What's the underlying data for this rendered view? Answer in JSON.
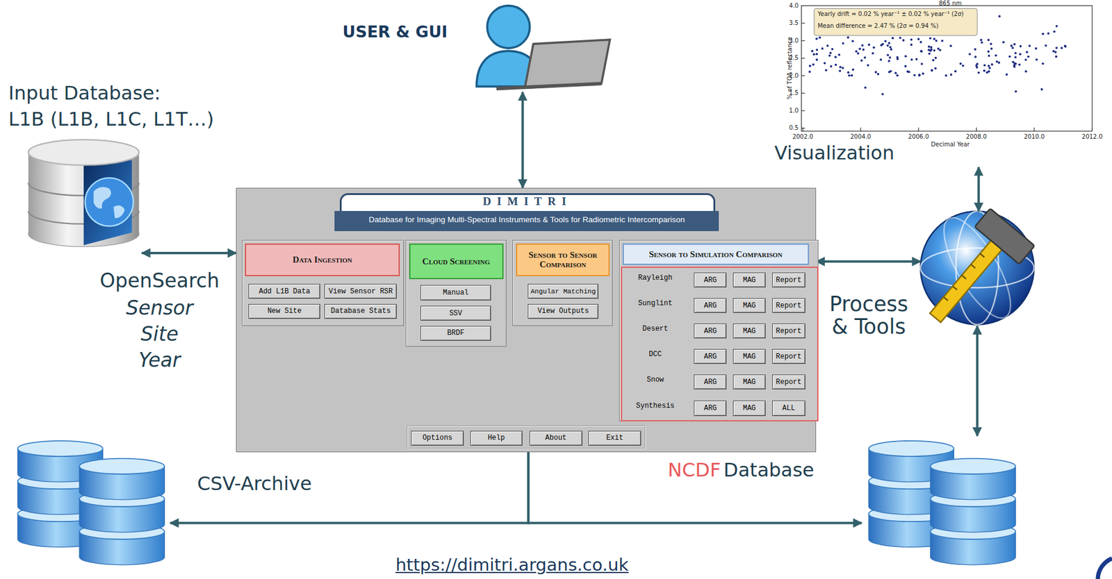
{
  "diagram": {
    "nodes": [
      {
        "text": [
          "Input Database:",
          "L1B (L1B, L1C, L1T…)"
        ]
      },
      {
        "text": [
          "USER & GUI"
        ]
      },
      {
        "text": [
          "Visualization"
        ]
      },
      {
        "text": [
          "DIMITRI",
          "Database for Imaging Multi-Spectral Instruments & Tools for Radiometric Intercomparison"
        ]
      },
      {
        "text": [
          "Data Ingestion"
        ],
        "in": 3
      },
      {
        "text": [
          "Add L1B Data"
        ],
        "in": 4
      },
      {
        "text": [
          "View Sensor RSR"
        ],
        "in": 4
      },
      {
        "text": [
          "New Site"
        ],
        "in": 4
      },
      {
        "text": [
          "Database Stats"
        ],
        "in": 4
      },
      {
        "text": [
          "Cloud Screening"
        ],
        "in": 3
      },
      {
        "text": [
          "Manual"
        ],
        "in": 9
      },
      {
        "text": [
          "SSV"
        ],
        "in": 9
      },
      {
        "text": [
          "BRDF"
        ],
        "in": 9
      },
      {
        "text": [
          "Sensor to Sensor Comparison"
        ],
        "in": 3
      },
      {
        "text": [
          "Angular Matching"
        ],
        "in": 13
      },
      {
        "text": [
          "View Outputs"
        ],
        "in": 13
      },
      {
        "text": [
          "Sensor to Simulation Comparison"
        ],
        "in": 3
      },
      {
        "text": [
          "ARG"
        ],
        "in": 16
      },
      {
        "text": [
          "MAG"
        ],
        "in": 16
      },
      {
        "text": [
          "Report"
        ],
        "in": 16
      },
      {
        "text": [
          "ARG"
        ],
        "in": 16
      },
      {
        "text": [
          "MAG"
        ],
        "in": 16
      },
      {
        "text": [
          "Report"
        ],
        "in": 16
      },
      {
        "text": [
          "ARG"
        ],
        "in": 16
      },
      {
        "text": [
          "MAG"
        ],
        "in": 16
      },
      {
        "text": [
          "Report"
        ],
        "in": 16
      },
      {
        "text": [
          "ARG"
        ],
        "in": 16
      },
      {
        "text": [
          "MAG"
        ],
        "in": 16
      },
      {
        "text": [
          "Report"
        ],
        "in": 16
      },
      {
        "text": [
          "ARG"
        ],
        "in": 16
      },
      {
        "text": [
          "MAG"
        ],
        "in": 16
      },
      {
        "text": [
          "Report"
        ],
        "in": 16
      },
      {
        "text": [
          "ARG"
        ],
        "in": 16
      },
      {
        "text": [
          "MAG"
        ],
        "in": 16
      },
      {
        "text": [
          "ALL"
        ],
        "in": 16
      },
      {
        "text": [
          "Options"
        ],
        "in": 3
      },
      {
        "text": [
          "Help"
        ],
        "in": 3
      },
      {
        "text": [
          "About"
        ],
        "in": 3
      },
      {
        "text": [
          "Exit"
        ],
        "in": 3
      },
      {
        "text": [
          "Process & Tools"
        ]
      },
      {
        "text": [
          "CSV-Archive"
        ]
      },
      {
        "text": [
          "NCDF",
          "Database"
        ]
      }
    ],
    "edges": [
      {
        "from": 0,
        "to": 3,
        "arrow": "both"
      },
      {
        "from": 1,
        "to": 3,
        "arrow": "both"
      },
      {
        "from": 2,
        "to": 39,
        "arrow": "both"
      },
      {
        "from": 3,
        "to": 39,
        "arrow": "both"
      },
      {
        "from": 39,
        "to": 41,
        "arrow": "both"
      },
      {
        "from": 3,
        "to": 40,
        "arrow": "to"
      },
      {
        "from": 3,
        "to": 41,
        "arrow": "to"
      }
    ],
    "labels": [
      "OpenSearch",
      "Sensor",
      "Site",
      "Year",
      "Rayleigh",
      "Sunglint",
      "Desert",
      "DCC",
      "Snow",
      "Synthesis",
      "https://dimitri.argans.co.uk",
      "865 nm",
      "Yearly drift = 0.02 % year⁻¹ ± 0.02 % year⁻¹ (2σ)",
      "Mean difference = 2.47 % (2σ = 0.94 %)",
      "% of TOA reflectance",
      "4.0",
      "3.5",
      "3.0",
      "2.5",
      "2.0",
      "1.5",
      "1.0",
      "0.5",
      "2002.0",
      "2004.0",
      "2006.0",
      "2008.0",
      "2010.0",
      "2012.0",
      "Decimal Year"
    ]
  }
}
